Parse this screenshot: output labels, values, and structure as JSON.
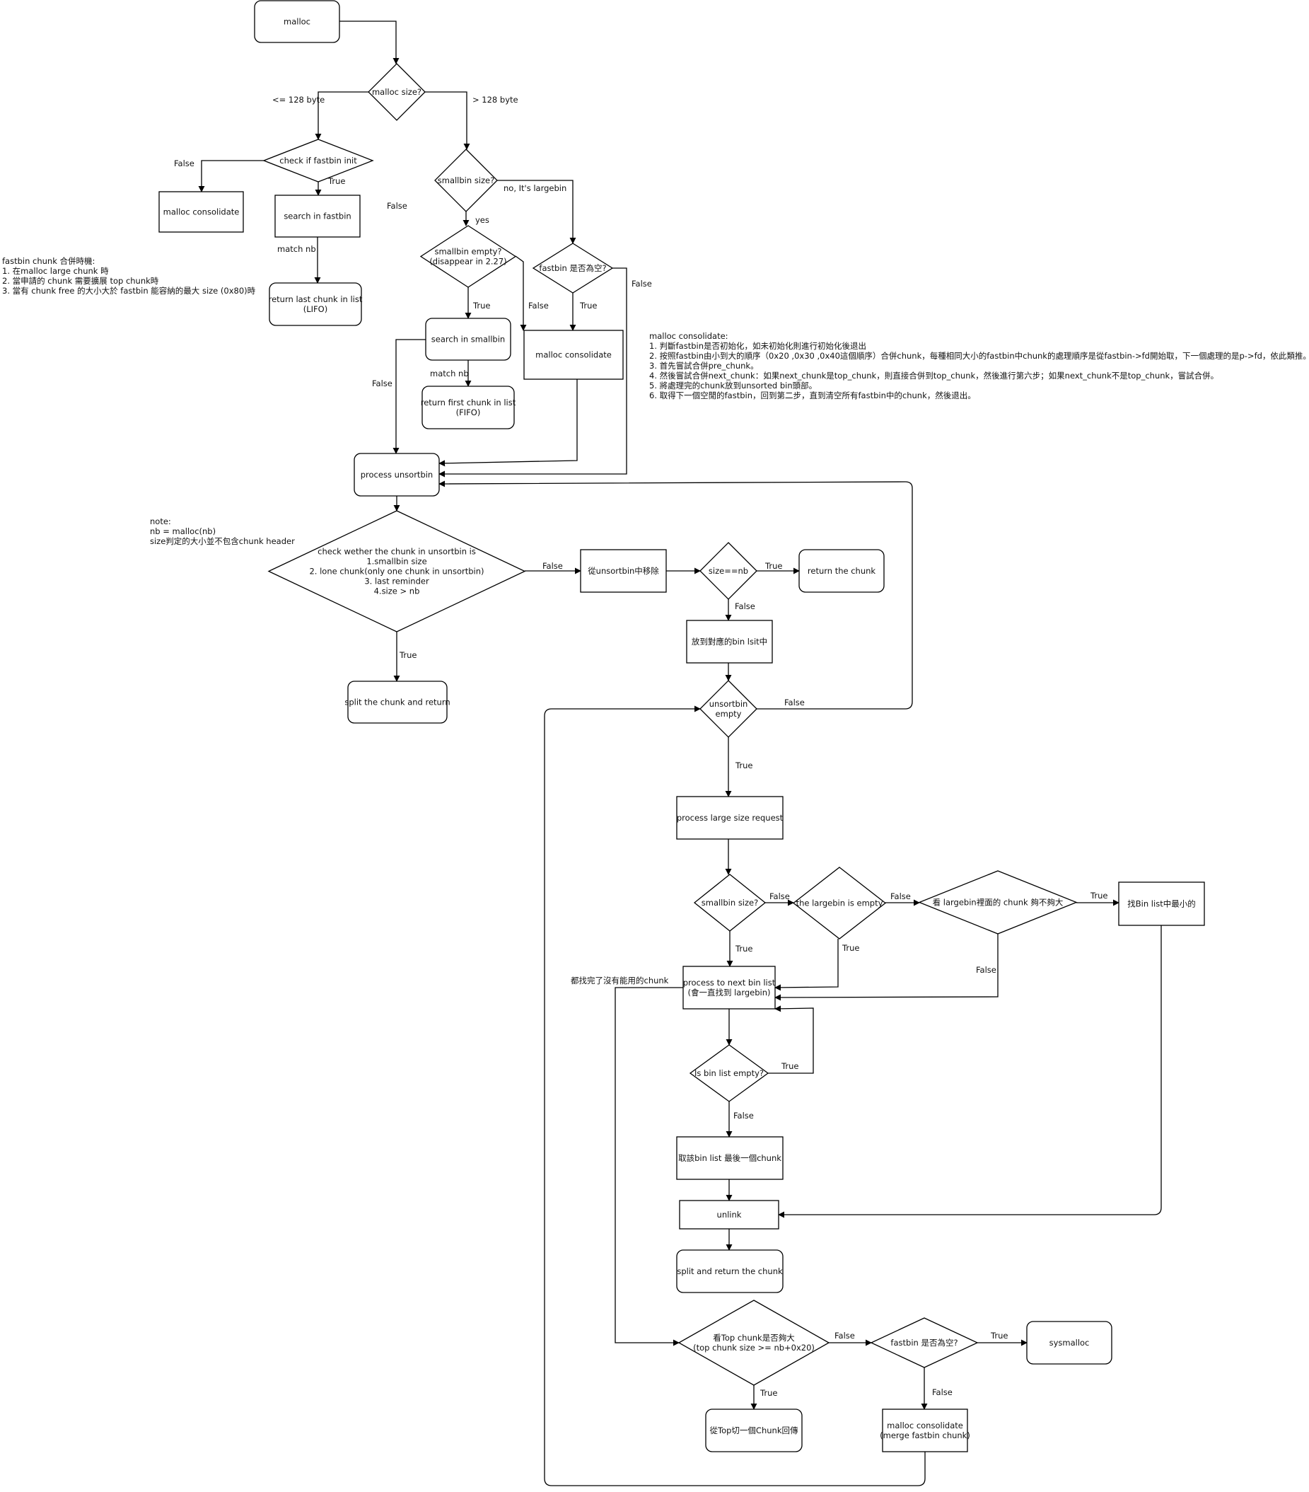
{
  "nodes": {
    "malloc": "malloc",
    "malloc_size": "malloc size?",
    "check_fastbin_init": "check if fastbin init",
    "malloc_consolidate_1": "malloc consolidate",
    "search_fastbin": "search in fastbin",
    "return_last_chunk": [
      "return last chunk in list",
      "(LIFO)"
    ],
    "smallbin_size_1": "smallbin size?",
    "smallbin_empty": [
      "smallbin empty?",
      "(disappear in 2.27)"
    ],
    "fastbin_empty_1": "fastbin 是否為空?",
    "search_smallbin": "search in smallbin",
    "return_first_chunk": [
      "return first chunk in list",
      "(FIFO)"
    ],
    "malloc_consolidate_2": "malloc consolidate",
    "process_unsortbin": "process unsortbin",
    "check_wether": [
      "check wether the chunk in unsortbin is",
      "1.smallbin size",
      "2. lone chunk(only one chunk in unsortbin)",
      "3. last reminder",
      "4.size > nb"
    ],
    "remove_from_unsortbin": "從unsortbin中移除",
    "size_eq_nb": "size==nb",
    "return_the_chunk": "return the chunk",
    "split_and_return_1": "split the chunk and return",
    "put_into_bin": "放到對應的bin lsit中",
    "unsortbin_empty": [
      "unsortbin",
      "empty"
    ],
    "process_large": "process large size request",
    "smallbin_size_2": "smallbin size?",
    "largebin_is_empty": "the largebin is empty",
    "largebin_big_enough": "看 largebin裡面的 chunk 夠不夠大",
    "find_smallest": "找Bin list中最小的",
    "process_next_bin": [
      "process to next bin list",
      "(會一直找到 largebin)"
    ],
    "is_bin_list_empty": "Is bin list empty?",
    "take_last_chunk": "取該bin list 最後一個chunk",
    "unlink": "unlink",
    "split_and_return_2": "split and return the chunk",
    "top_chunk_big_enough": [
      "看Top chunk是否夠大",
      "(top chunk size >= nb+0x20)"
    ],
    "fastbin_empty_2": "fastbin 是否為空?",
    "sysmalloc": "sysmalloc",
    "cut_from_top": "從Top切一個Chunk回傳",
    "malloc_consolidate_3": [
      "malloc consolidate",
      "(merge fastbin chunk)"
    ]
  },
  "edge_labels": {
    "le_128": "<= 128 byte",
    "gt_128": "> 128 byte",
    "fastbin_init_false": "False",
    "fastbin_init_true": "True",
    "floating_false": "False",
    "match_nb_1": "match nb",
    "no_largebin": "no, It's largebin",
    "yes": "yes",
    "smallbin_empty_true": "True",
    "smallbin_empty_false": "False",
    "fastbin_empty_1_true": "True",
    "fastbin_empty_1_false": "False",
    "match_nb_2": "match nb",
    "search_smallbin_false": "False",
    "check_false": "False",
    "check_true": "True",
    "size_nb_true": "True",
    "size_nb_false": "False",
    "unsortbin_empty_false": "False",
    "unsortbin_empty_true": "True",
    "smallbin_size_2_false": "False",
    "smallbin_size_2_true": "True",
    "largebin_empty_false": "False",
    "largebin_empty_true": "True",
    "big_enough_true": "True",
    "big_enough_false": "False",
    "all_searched": "都找完了沒有能用的chunk",
    "bin_list_empty_true": "True",
    "bin_list_empty_false": "False",
    "top_false": "False",
    "top_true": "True",
    "fastbin_empty_2_true": "True",
    "fastbin_empty_2_false": "False"
  },
  "notes": {
    "fastbin_merge": [
      "fastbin chunk 合併時機:",
      "1. 在malloc large chunk 時",
      "2. 當申請的 chunk 需要擴展 top chunk時",
      "3. 當有 chunk free 的大小大於 fastbin 能容納的最大 size (0x80)時"
    ],
    "malloc_consolidate": [
      "malloc consolidate:",
      "1. 判斷fastbin是否初始化，如未初始化則進行初始化後退出",
      "2. 按照fastbin由小到大的順序（0x20 ,0x30 ,0x40這個順序）合併chunk，每種相同大小的fastbin中chunk的處理順序是從fastbin->fd開始取，下一個處理的是p->fd，依此類推。",
      "3. 首先嘗試合併pre_chunk。",
      "4. 然後嘗試合併next_chunk：如果next_chunk是top_chunk，則直接合併到top_chunk，然後進行第六步；如果next_chunk不是top_chunk，嘗試合併。",
      "5. 將處理完的chunk放到unsorted bin頭部。",
      "6. 取得下一個空閒的fastbin，回到第二步，直到清空所有fastbin中的chunk，然後退出。"
    ],
    "nb_note": [
      "note:",
      "nb = malloc(nb)",
      "size判定的大小並不包含chunk header"
    ]
  }
}
